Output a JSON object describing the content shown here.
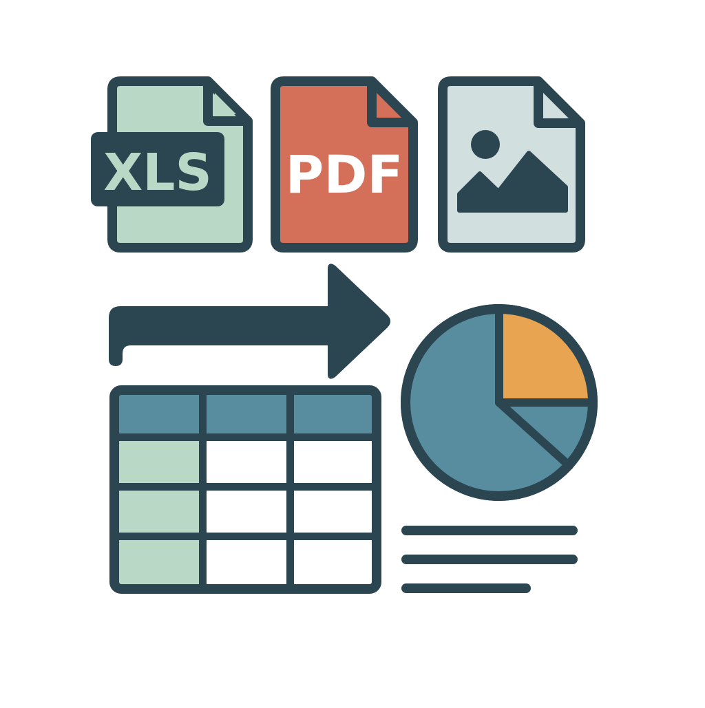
{
  "files": [
    {
      "icon": "xls-file-icon",
      "label": "XLS"
    },
    {
      "icon": "pdf-file-icon",
      "label": "PDF"
    },
    {
      "icon": "image-file-icon",
      "label": ""
    }
  ],
  "colors": {
    "outline": "#2b4650",
    "xls_fill": "#b9d8c5",
    "pdf_fill": "#d4705a",
    "image_fill": "#d1dfdf",
    "table_header": "#578d9e",
    "table_first_column": "#b9d8c5",
    "pie_main": "#578d9e",
    "pie_highlight": "#e9a452",
    "background": "#ffffff"
  },
  "table": {
    "columns": 3,
    "body_rows": 3
  },
  "pie": {
    "type": "pie",
    "slices": [
      {
        "color": "orange",
        "share": 0.25
      },
      {
        "color": "blue",
        "share": 0.1
      },
      {
        "color": "blue",
        "share": 0.65
      }
    ]
  },
  "text_lines": 3
}
